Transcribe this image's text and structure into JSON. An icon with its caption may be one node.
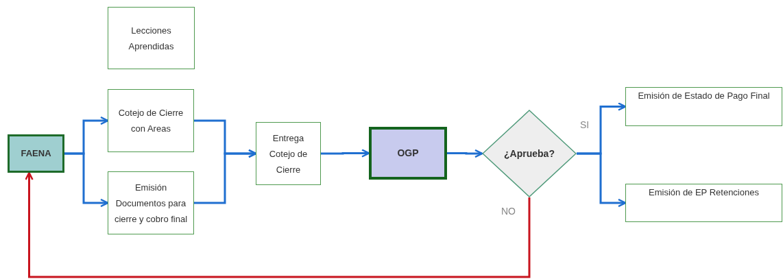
{
  "diagram": {
    "nodes": [
      {
        "text": [
          "Lecciones Aprendidas"
        ]
      },
      {
        "text": [
          "FAENA"
        ]
      },
      {
        "text": [
          "Cotejo de Cierre con Areas"
        ]
      },
      {
        "text": [
          "Emisión Documentos para cierre y cobro final"
        ]
      },
      {
        "text": [
          "Entrega Cotejo de Cierre"
        ]
      },
      {
        "text": [
          "OGP"
        ]
      },
      {
        "text": [
          "¿Aprueba?"
        ]
      },
      {
        "text": [
          "Emisión de Estado de Pago Final"
        ]
      },
      {
        "text": [
          "Emisión de EP Retenciones"
        ]
      }
    ],
    "edges": [
      {
        "from": 1,
        "to": 2,
        "arrow": "to"
      },
      {
        "from": 1,
        "to": 3,
        "arrow": "to"
      },
      {
        "from": 2,
        "to": 4,
        "arrow": "to"
      },
      {
        "from": 3,
        "to": 4,
        "arrow": "to"
      },
      {
        "from": 4,
        "to": 5,
        "arrow": "to"
      },
      {
        "from": 5,
        "to": 6,
        "arrow": "to"
      },
      {
        "from": 6,
        "to": 7,
        "arrow": "to",
        "label": "SI"
      },
      {
        "from": 6,
        "to": 8,
        "arrow": "to"
      },
      {
        "from": 6,
        "to": 1,
        "arrow": "to",
        "label": "NO",
        "color": "#c8141e"
      }
    ]
  }
}
